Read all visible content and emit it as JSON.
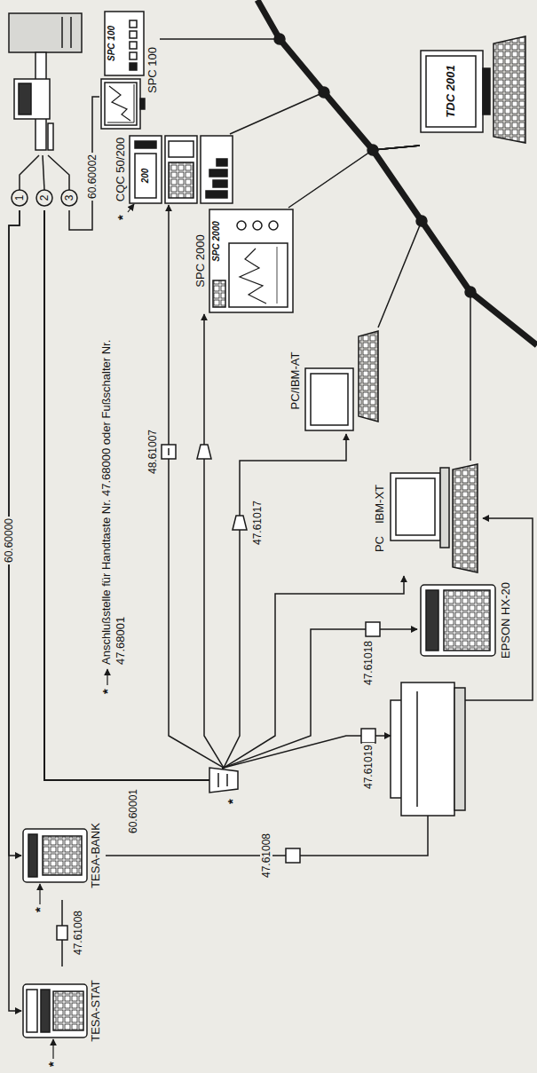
{
  "diagram": {
    "nodes": [
      {
        "text": [
          "3",
          "2",
          "1"
        ]
      },
      {
        "text": [
          "SPC 100",
          "SPC 100"
        ]
      },
      {
        "text": [
          "CQC 50/200",
          "200"
        ]
      },
      {
        "text": [
          "SPC 2000",
          "SPC 2000"
        ]
      },
      {
        "text": [
          "PC/IBM-AT"
        ]
      },
      {
        "text": [
          "PC",
          "IBM-XT"
        ]
      },
      {
        "text": [
          "TDC 2001"
        ]
      },
      {
        "text": [
          "EPSON HX-20"
        ]
      },
      {
        "text": [
          "TESA-STAT"
        ]
      },
      {
        "text": [
          "TESA-BANK"
        ]
      }
    ],
    "edges": [
      {
        "from": 0,
        "to": 1,
        "arrow": "none",
        "label": "60.60002"
      },
      {
        "from": 0,
        "to": 2,
        "arrow": "to",
        "label": "48.61007"
      },
      {
        "from": 0,
        "to": 3,
        "arrow": "to"
      },
      {
        "from": 0,
        "to": 4,
        "arrow": "to",
        "label": "47.61017"
      },
      {
        "from": 0,
        "to": 5,
        "arrow": "to"
      },
      {
        "from": 0,
        "to": 7,
        "arrow": "to",
        "label": "47.61018"
      },
      {
        "from": 0,
        "to": 8,
        "arrow": "to",
        "label": "60.60000"
      },
      {
        "from": 0,
        "to": 9,
        "arrow": "to"
      },
      {
        "from": 8,
        "to": 9,
        "arrow": "none",
        "label": "47.61008"
      },
      {
        "from": 6,
        "to": 1,
        "arrow": "none"
      },
      {
        "from": 6,
        "to": 2,
        "arrow": "none"
      },
      {
        "from": 6,
        "to": 3,
        "arrow": "none"
      },
      {
        "from": 6,
        "to": 4,
        "arrow": "none"
      },
      {
        "from": 6,
        "to": 5,
        "arrow": "none"
      }
    ],
    "labels": [
      "*",
      "Anschlußstelle für Handtaste Nr. 47.68000 oder Fußschalter Nr. 47.68001",
      "60.60001",
      "*",
      "47.61019",
      "47.61008",
      "*",
      "*",
      "*"
    ]
  }
}
